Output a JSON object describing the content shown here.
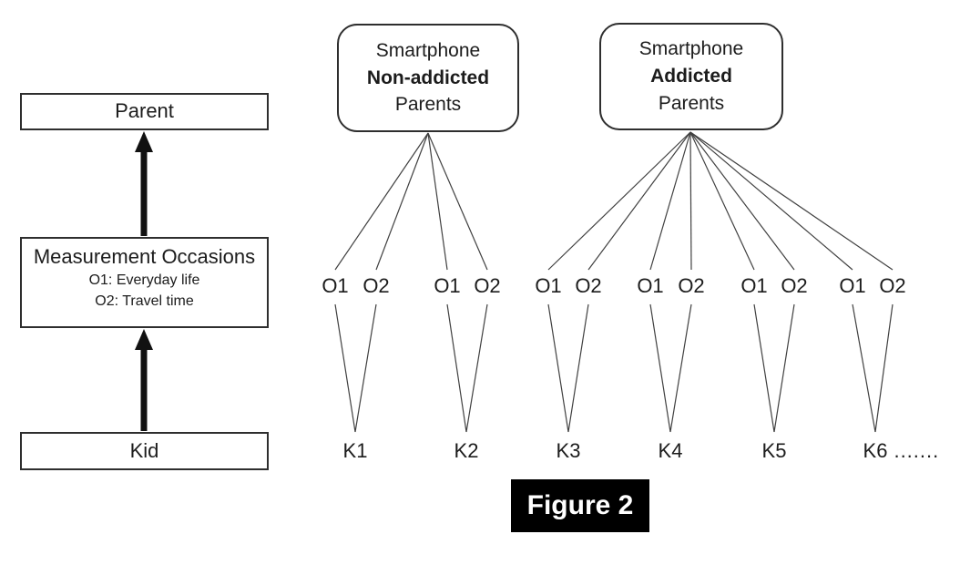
{
  "caption": {
    "text": "Figure 2"
  },
  "left_flow": {
    "parent_label": "Parent",
    "measurement_title": "Measurement Occasions",
    "measurement_sub1": "O1: Everyday life",
    "measurement_sub2": "O2: Travel time",
    "kid_label": "Kid"
  },
  "groups": [
    {
      "line1": "Smartphone",
      "line2": "Non-addicted",
      "line3": "Parents"
    },
    {
      "line1": "Smartphone",
      "line2": "Addicted",
      "line3": "Parents"
    }
  ],
  "labels": {
    "o1": "O1",
    "o2": "O2"
  },
  "kids": [
    {
      "label": "K1",
      "dots": ""
    },
    {
      "label": "K2",
      "dots": ""
    },
    {
      "label": "K3",
      "dots": ""
    },
    {
      "label": "K4",
      "dots": ""
    },
    {
      "label": "K5",
      "dots": ""
    },
    {
      "label": "K6",
      "dots": "......."
    }
  ],
  "colors": {
    "text": "#1c1c1c",
    "line": "#404040",
    "arrow": "#111111",
    "box_border": "#2e2e2e",
    "caption_bg": "#000000",
    "caption_text": "#ffffff",
    "background": "#ffffff"
  }
}
